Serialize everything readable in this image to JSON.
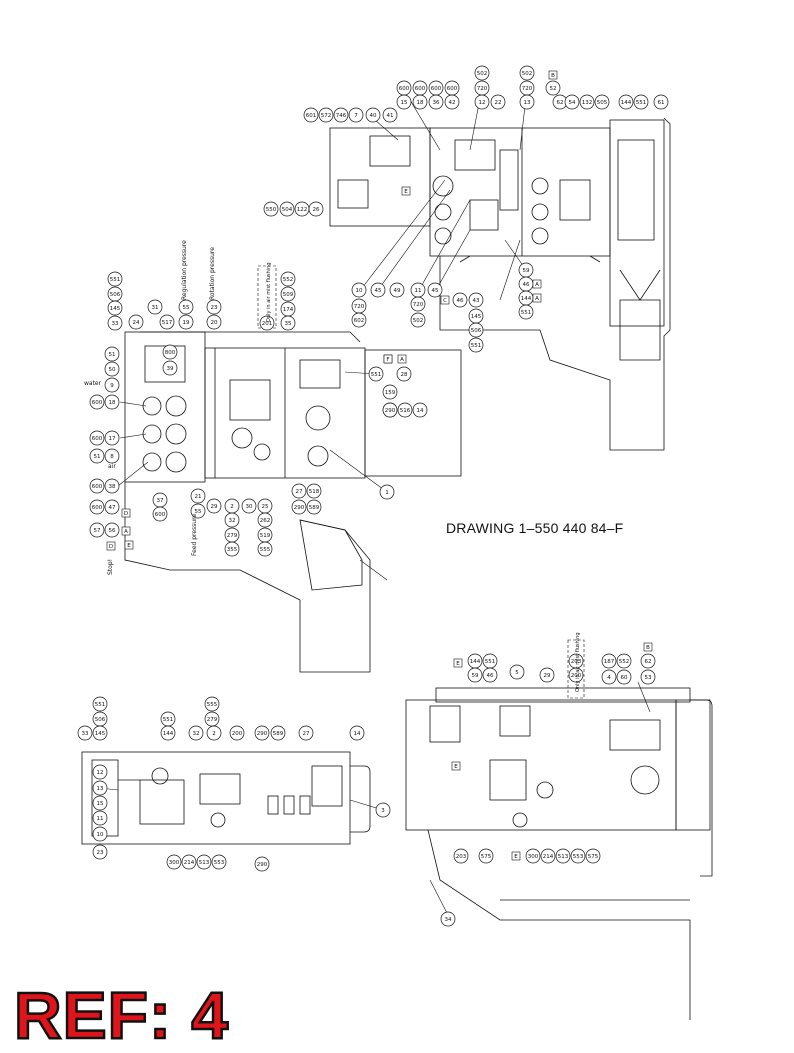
{
  "drawing": {
    "title": "DRAWING 1–550 440 84–F",
    "reference": "REF: 4"
  },
  "balloons": {
    "view_top": [
      "601",
      "572",
      "746",
      "7",
      "40",
      "41",
      "600",
      "600",
      "600",
      "600",
      "502",
      "720",
      "502",
      "720",
      "52",
      "62",
      "15",
      "18",
      "36",
      "42",
      "12",
      "22",
      "13",
      "54",
      "132",
      "505",
      "144",
      "551",
      "61",
      "550",
      "504",
      "122",
      "26",
      "10",
      "720",
      "602",
      "45",
      "49",
      "11",
      "720",
      "502",
      "45",
      "46",
      "43",
      "145",
      "506",
      "551",
      "59",
      "46",
      "144",
      "551"
    ],
    "view_mid": [
      "551",
      "506",
      "145",
      "33",
      "24",
      "31",
      "517",
      "55",
      "19",
      "23",
      "20",
      "552",
      "509",
      "174",
      "201",
      "35",
      "51",
      "50",
      "9",
      "800",
      "39",
      "600",
      "18",
      "600",
      "17",
      "51",
      "8",
      "600",
      "38",
      "600",
      "47",
      "57",
      "56",
      "37",
      "600",
      "21",
      "55",
      "29",
      "2",
      "32",
      "279",
      "355",
      "30",
      "25",
      "262",
      "519",
      "555",
      "27",
      "518",
      "290",
      "589",
      "3",
      "159",
      "551",
      "28",
      "290",
      "516",
      "14",
      "1"
    ],
    "view_bottom_left": [
      "551",
      "506",
      "33",
      "145",
      "551",
      "144",
      "555",
      "279",
      "32",
      "2",
      "200",
      "290",
      "589",
      "27",
      "14",
      "3",
      "12",
      "13",
      "15",
      "11",
      "10",
      "23",
      "300",
      "214",
      "513",
      "553",
      "290"
    ],
    "view_bottom_right": [
      "144",
      "551",
      "59",
      "46",
      "5",
      "29",
      "203",
      "200",
      "187",
      "552",
      "62",
      "4",
      "60",
      "53",
      "34",
      "203",
      "575",
      "300",
      "214",
      "513",
      "553",
      "575"
    ]
  },
  "labels": {
    "water": "water",
    "air": "air",
    "stop": "Stop!",
    "regulation_pressure": "Regulation pressure",
    "rotation_pressure": "Rotation pressure",
    "feed_pressure": "Feed pressure",
    "dashed_note_mid": "Only in air mist flushing",
    "dashed_note_bottom": "Only in air mist flushing",
    "box_letters": [
      "B",
      "A",
      "E",
      "C",
      "D",
      "E",
      "F",
      "A",
      "D",
      "A",
      "E",
      "B",
      "E",
      "F",
      "A",
      "E"
    ]
  }
}
